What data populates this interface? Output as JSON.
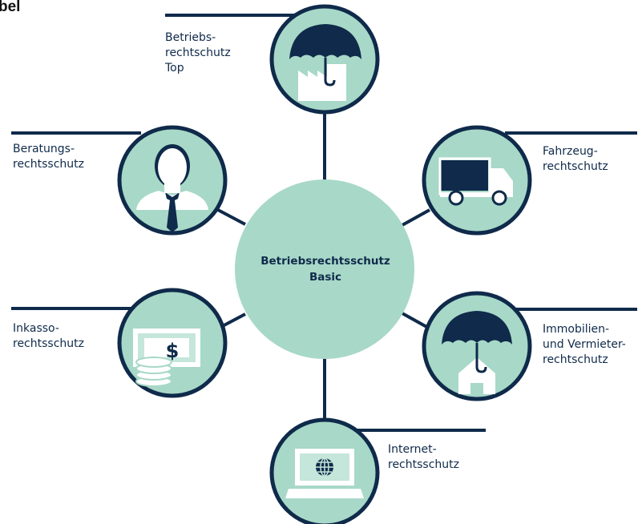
{
  "header_fragment": "bel",
  "center": {
    "line1": "Betriebsrechtsschutz",
    "line2": "Basic"
  },
  "nodes": [
    {
      "id": "betriebsrechtsschutz-top",
      "label": "Betriebs-\nrechtschutz\nTop",
      "icon": "umbrella-factory-icon"
    },
    {
      "id": "beratungsrechtsschutz",
      "label": "Beratungs-\nrechtsschutz",
      "icon": "businessman-icon"
    },
    {
      "id": "fahrzeugrechtschutz",
      "label": "Fahrzeug-\nrechtschutz",
      "icon": "truck-icon"
    },
    {
      "id": "inkassorechtsschutz",
      "label": "Inkasso-\nrechtsschutz",
      "icon": "money-coins-icon"
    },
    {
      "id": "immobilienrechtschutz",
      "label": "Immobilien-\nund Vermieter-\nrechtschutz",
      "icon": "umbrella-house-icon"
    },
    {
      "id": "internetrechtsschutz",
      "label": "Internet-\nrechtsschutz",
      "icon": "laptop-globe-icon"
    }
  ],
  "colors": {
    "navy": "#0f2a4a",
    "mint": "#a8d8c8",
    "mint_light": "#c5e6da",
    "white": "#ffffff"
  }
}
